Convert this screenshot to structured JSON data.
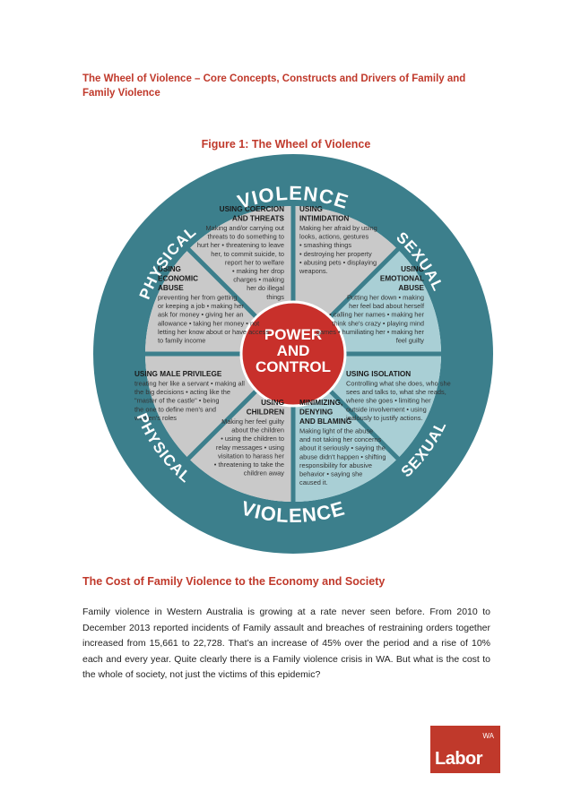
{
  "document": {
    "title": "The Wheel of Violence – Core Concepts, Constructs and Drivers of Family and Family Violence",
    "figure_caption": "Figure 1: The Wheel of Violence",
    "section_heading": "The Cost of Family Violence to the Economy and Society",
    "paragraph": "Family violence in Western Australia is growing at a rate never seen before. From 2010 to December 2013 reported incidents of Family assault and breaches of restraining orders together increased from 15,661 to 22,728. That’s an increase of 45% over the period and a rise of 10% each and every year. Quite clearly there is a Family violence crisis in WA. But what is the cost to the whole of society, not just the victims of this epidemic?"
  },
  "wheel": {
    "ring_top": [
      "PHYSICAL",
      "VIOLENCE",
      "SEXUAL"
    ],
    "ring_bottom": [
      "PHYSICAL",
      "VIOLENCE",
      "SEXUAL"
    ],
    "center": [
      "POWER",
      "AND",
      "CONTROL"
    ],
    "colors": {
      "ring": "#3c7f8c",
      "light": "#a9cfd5",
      "grey": "#c9c9c9",
      "center": "#c8302b"
    },
    "sections": [
      {
        "title": [
          "USING COERCION",
          "AND THREATS"
        ],
        "text": [
          "Making and/or carrying out",
          "threats to do something to",
          "hurt her • threatening to leave",
          "her, to commit suicide, to",
          "report her to welfare",
          "• making her drop",
          "charges • making",
          "her do illegal",
          "things"
        ]
      },
      {
        "title": [
          "USING",
          "INTIMIDATION"
        ],
        "text": [
          "Making her afraid by using",
          "looks, actions, gestures",
          "• smashing things",
          "• destroying her property",
          "• abusing pets • displaying",
          "weapons."
        ]
      },
      {
        "title": [
          "USING",
          "EMOTIONAL",
          "ABUSE"
        ],
        "text": [
          "Putting her down • making",
          "her feel bad about herself",
          "• calling her names • making her",
          "think she's crazy • playing mind",
          "games • humiliating her • making her",
          "feel guilty"
        ]
      },
      {
        "title": [
          "USING ISOLATION"
        ],
        "text": [
          "Controlling what she does, who she",
          "sees and talks to, what she reads,",
          "where she goes • limiting her",
          "outside involvement • using",
          "jealously to justify actions."
        ]
      },
      {
        "title": [
          "MINIMIZING,",
          "DENYING",
          "AND BLAMING"
        ],
        "text": [
          "Making light of the abuse",
          "and not taking her concerns",
          "about it seriously • saying the",
          "abuse didn't happen • shifting",
          "responsibility for abusive",
          "behavior • saying she",
          "caused it."
        ]
      },
      {
        "title": [
          "USING",
          "CHILDREN"
        ],
        "text": [
          "Making her feel guilty",
          "about the children",
          "• using the children to",
          "relay messages • using",
          "visitation to harass her",
          "• threatening to take the",
          "children away"
        ]
      },
      {
        "title": [
          "USING MALE PRIVILEGE"
        ],
        "text": [
          "treating her like a servant • making all",
          "the big decisions • acting like the",
          "\"master of the castle\" • being",
          "the one to define men's and",
          "women's roles"
        ]
      },
      {
        "title": [
          "USING",
          "ECONOMIC",
          "ABUSE"
        ],
        "text": [
          "preventing her from getting",
          "or keeping a job • making her",
          "ask for money • giving her an",
          "allowance • taking her money • not",
          "letting her know about or have access",
          "to family income"
        ]
      }
    ]
  },
  "logo": {
    "small": "WA",
    "word": "Labor"
  }
}
